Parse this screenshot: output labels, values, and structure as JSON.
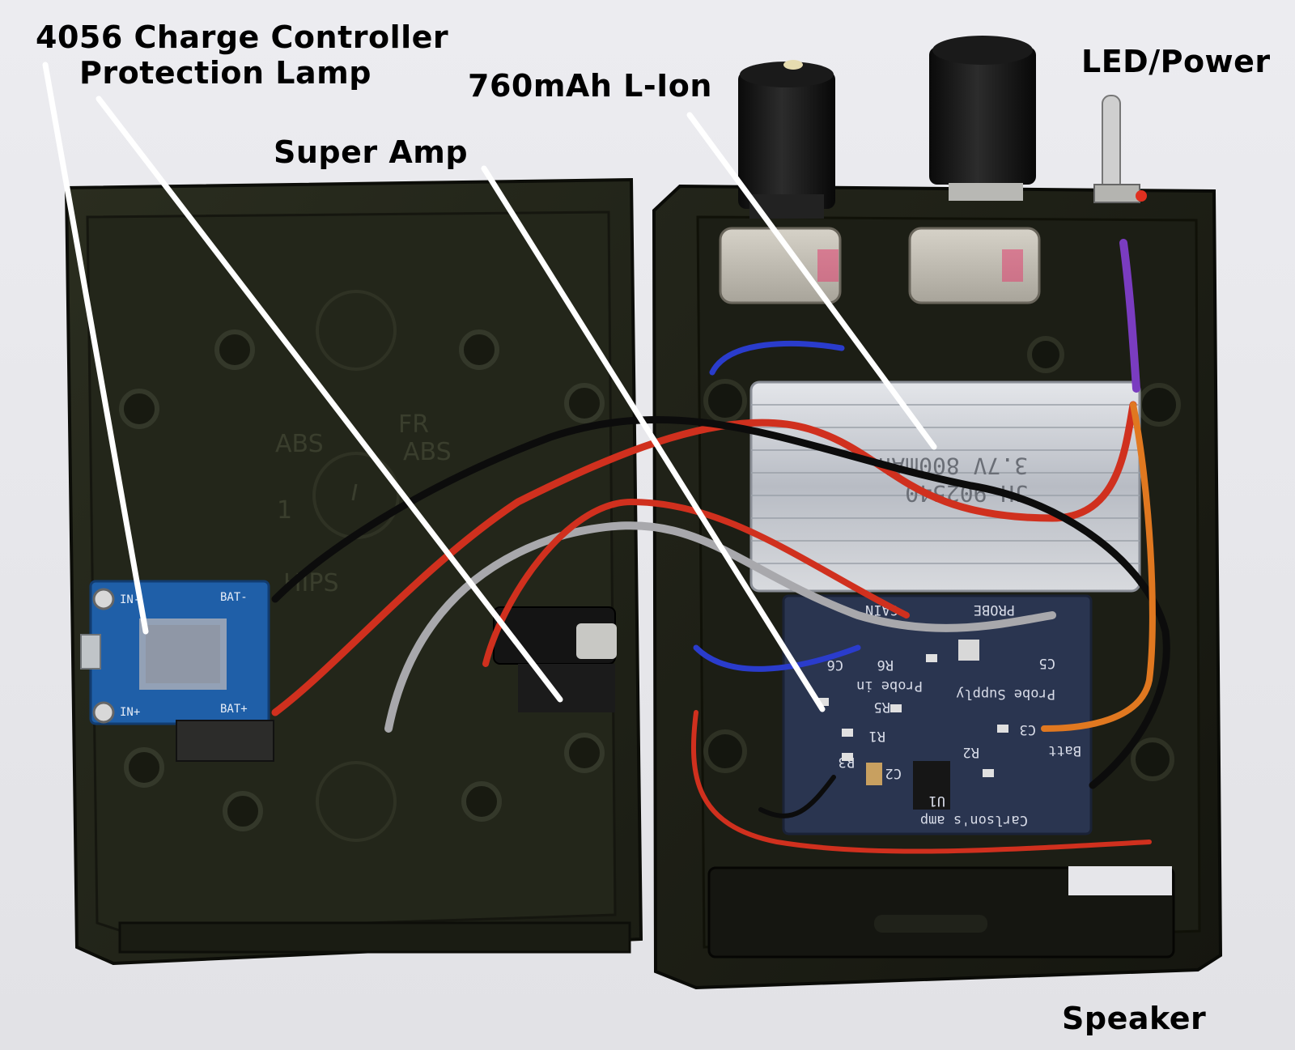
{
  "labels": {
    "charge_controller": "4056 Charge Controller",
    "protection_lamp": "Protection Lamp",
    "battery": "760mAh L-Ion",
    "super_amp": "Super Amp",
    "led_power": "LED/Power",
    "speaker": "Speaker"
  },
  "enclosure_markings": {
    "abs_left": "ABS",
    "fr": "FR",
    "abs_right": "ABS",
    "number": "1",
    "hips": "HIPS"
  },
  "charger_board": {
    "in_neg": "IN-",
    "in_pos": "IN+",
    "bat_neg": "BAT-",
    "bat_pos": "BAT+"
  },
  "battery_print": {
    "line1": "JH 902540",
    "line2": "3.7V 800mAh"
  },
  "pcb": {
    "gain": "GAIN",
    "probe": "PROBE",
    "probe_in": "Probe in",
    "probe_supply": "Probe Supply",
    "batt": "Batt",
    "title": "Carlson's amp",
    "u1": "U1",
    "r1": "R1",
    "r2": "R2",
    "r3": "R3",
    "r5": "R5",
    "r6": "R6",
    "c2": "C2",
    "c3": "C3",
    "c5": "C5",
    "c6": "C6"
  },
  "colors": {
    "leader_line": "#ffffff",
    "enclosure": "#1e2016",
    "pcb": "#2a3550",
    "battery": "#c8ccd2",
    "wire_red": "#d0301e",
    "wire_black": "#0c0c0c",
    "wire_gray": "#a8a8ac",
    "wire_blue": "#2a3ccc",
    "wire_orange": "#e07820",
    "wire_purple": "#7a3cc0"
  }
}
